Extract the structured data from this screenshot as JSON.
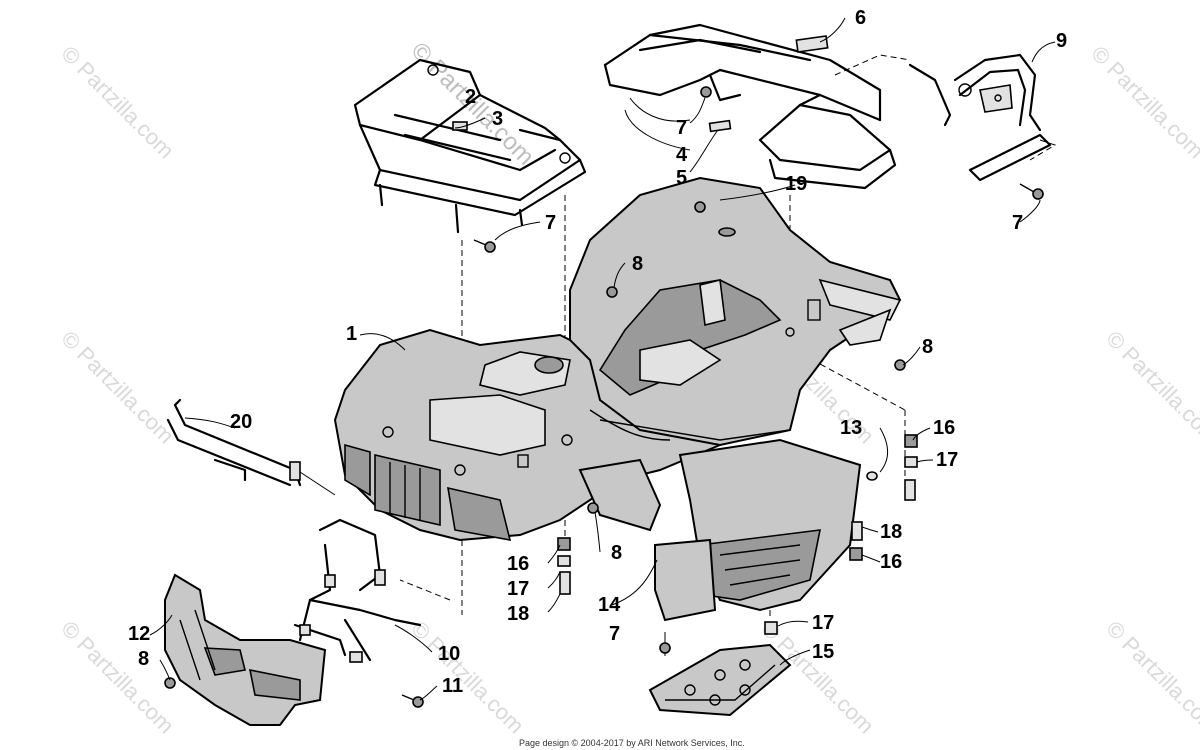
{
  "watermark_text": "© Partzilla.com",
  "footer_text": "Page design © 2004-2017 by ARI Network Services, Inc.",
  "callouts": [
    {
      "id": "c1",
      "label": "1"
    },
    {
      "id": "c2",
      "label": "2"
    },
    {
      "id": "c3",
      "label": "3"
    },
    {
      "id": "c4",
      "label": "4"
    },
    {
      "id": "c5",
      "label": "5"
    },
    {
      "id": "c6",
      "label": "6"
    },
    {
      "id": "c7a",
      "label": "7"
    },
    {
      "id": "c7b",
      "label": "7"
    },
    {
      "id": "c7c",
      "label": "7"
    },
    {
      "id": "c7d",
      "label": "7"
    },
    {
      "id": "c8a",
      "label": "8"
    },
    {
      "id": "c8b",
      "label": "8"
    },
    {
      "id": "c8c",
      "label": "8"
    },
    {
      "id": "c8d",
      "label": "8"
    },
    {
      "id": "c9",
      "label": "9"
    },
    {
      "id": "c10",
      "label": "10"
    },
    {
      "id": "c11",
      "label": "11"
    },
    {
      "id": "c12",
      "label": "12"
    },
    {
      "id": "c13",
      "label": "13"
    },
    {
      "id": "c14",
      "label": "14"
    },
    {
      "id": "c15",
      "label": "15"
    },
    {
      "id": "c16a",
      "label": "16"
    },
    {
      "id": "c16b",
      "label": "16"
    },
    {
      "id": "c16c",
      "label": "16"
    },
    {
      "id": "c17a",
      "label": "17"
    },
    {
      "id": "c17b",
      "label": "17"
    },
    {
      "id": "c17c",
      "label": "17"
    },
    {
      "id": "c18a",
      "label": "18"
    },
    {
      "id": "c18b",
      "label": "18"
    },
    {
      "id": "c19",
      "label": "19"
    },
    {
      "id": "c20",
      "label": "20"
    }
  ]
}
